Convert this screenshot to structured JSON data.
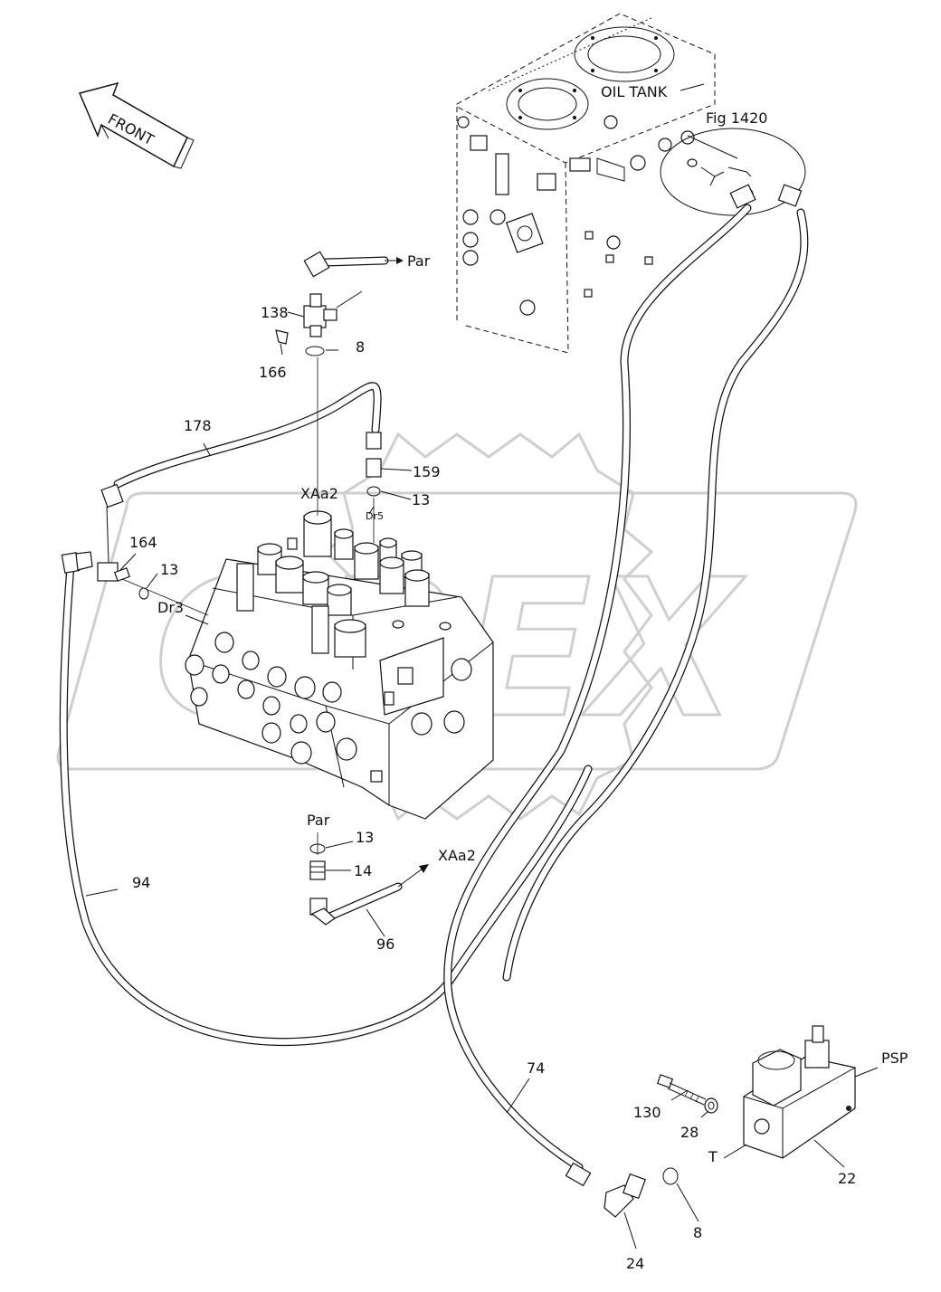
{
  "diagram": {
    "direction_label": "FRONT",
    "callouts": {
      "oil_tank": "OIL TANK",
      "fig_ref": "Fig 1420",
      "par_top": "Par",
      "par_bottom": "Par",
      "xaa2_port": "XAa2",
      "xaa2_arrow": "XAa2",
      "dr5": "Dr5",
      "dr3": "Dr3",
      "psp": "PSP",
      "t_port": "T"
    },
    "part_numbers": {
      "p138": "138",
      "p8_top": "8",
      "p166": "166",
      "p178": "178",
      "p159": "159",
      "p13_top": "13",
      "p164": "164",
      "p13_left": "13",
      "p13_bottom": "13",
      "p14": "14",
      "p94": "94",
      "p96": "96",
      "p74": "74",
      "p130": "130",
      "p28": "28",
      "p22": "22",
      "p8_bottom": "8",
      "p24": "24"
    },
    "watermark": "OREX"
  }
}
